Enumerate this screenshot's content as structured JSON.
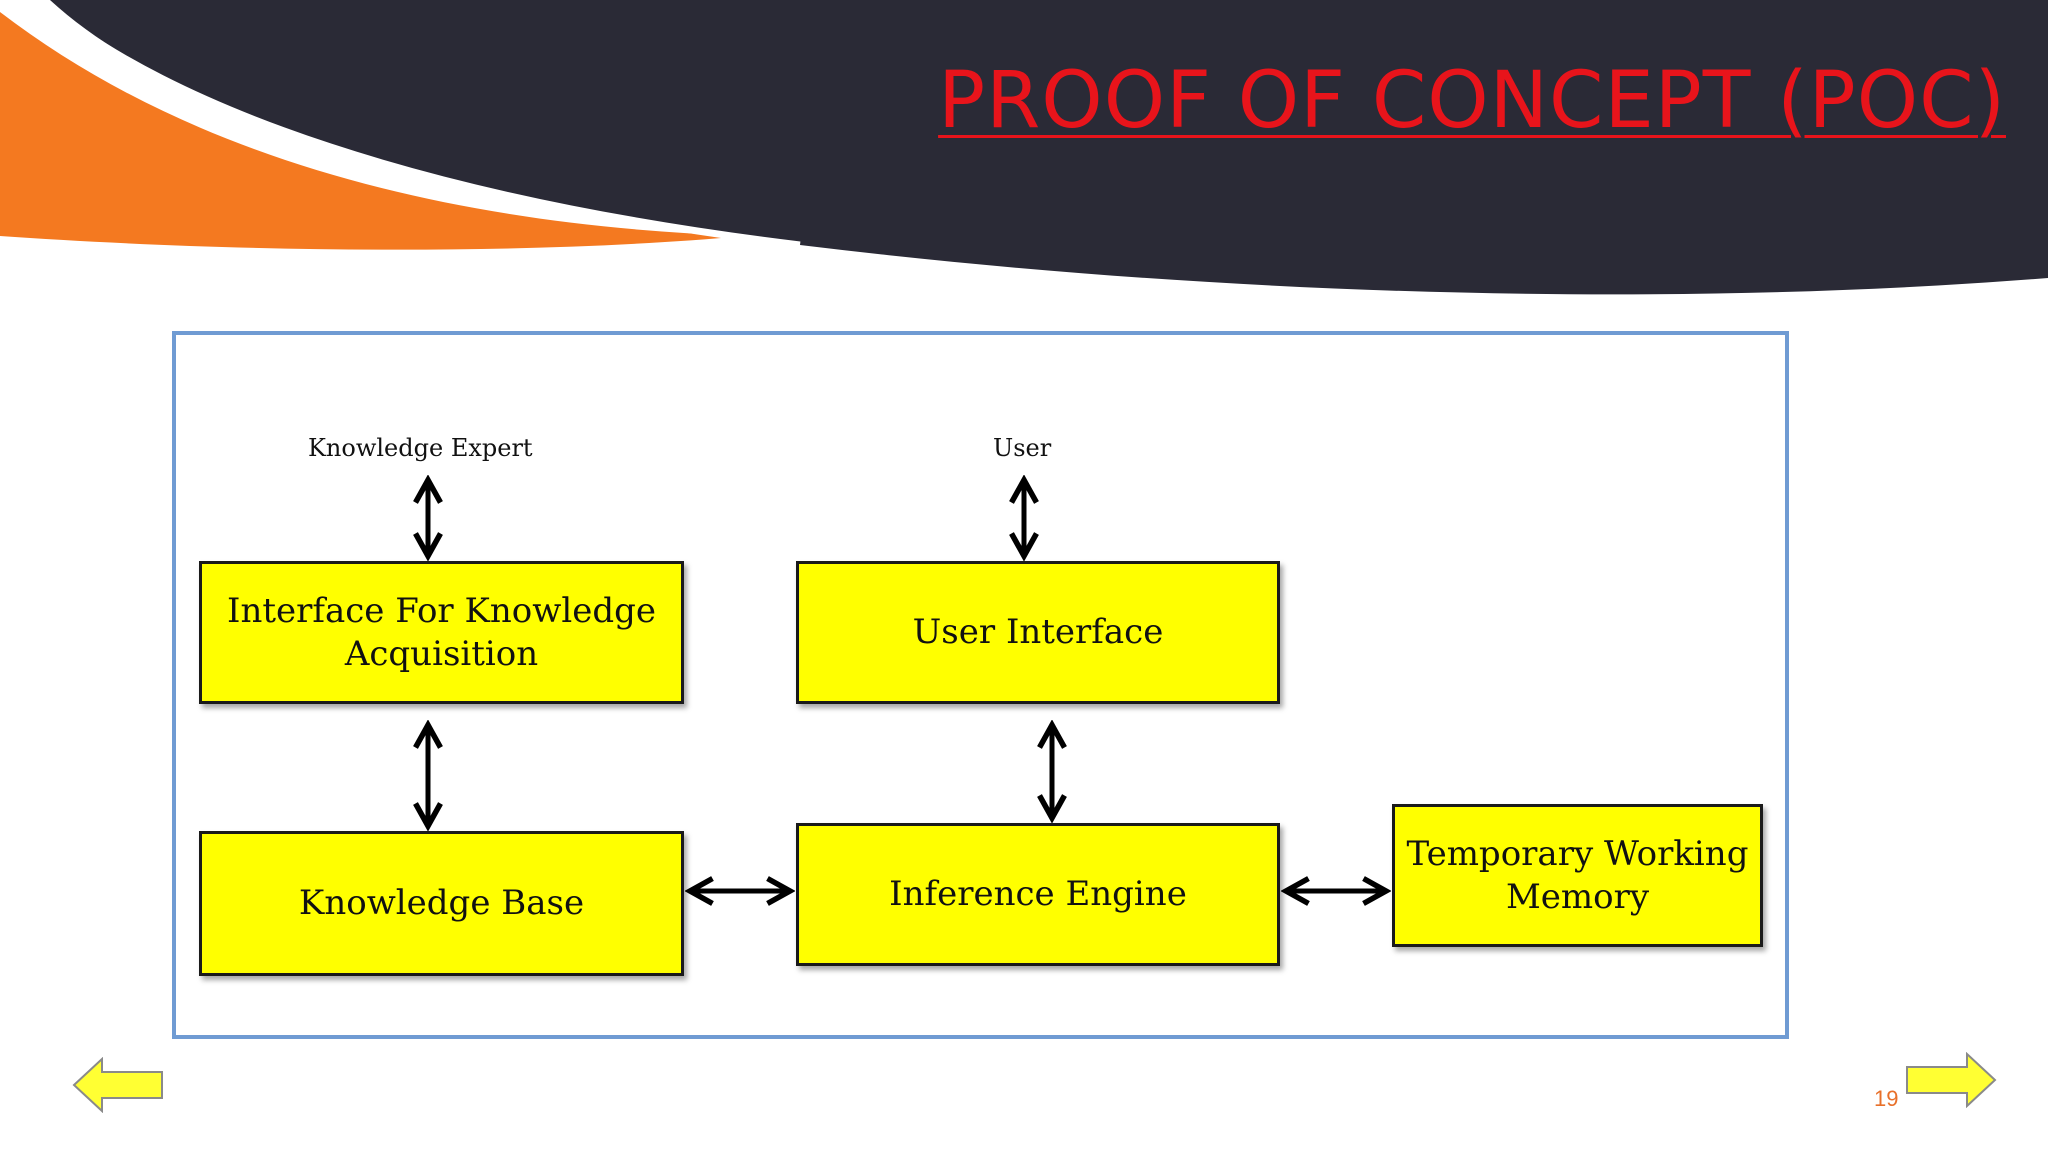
{
  "slide": {
    "title": "PROOF OF CONCEPT (POC)",
    "page_number": "19"
  },
  "diagram": {
    "external": {
      "knowledge_expert": "Knowledge Expert",
      "user": "User"
    },
    "boxes": {
      "knowledge_acquisition_interface": "Interface For Knowledge Acquisition",
      "user_interface": "User Interface",
      "knowledge_base": "Knowledge Base",
      "inference_engine": "Inference Engine",
      "working_memory": "Temporary Working Memory"
    }
  },
  "colors": {
    "header_dark": "#2a2a36",
    "accent_orange": "#f47920",
    "title_red": "#e8141b",
    "box_fill": "#ffff00",
    "frame_border": "#6f9bd3",
    "nav_arrow": "#ffff33"
  },
  "icons": {
    "prev": "left-arrow-icon",
    "next": "right-arrow-icon"
  }
}
